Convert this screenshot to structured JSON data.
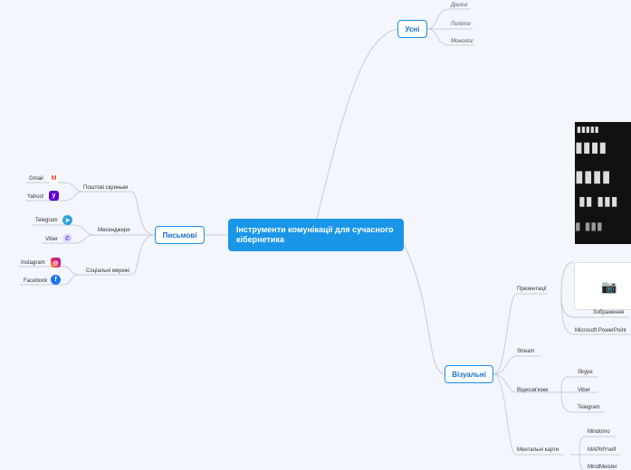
{
  "central": {
    "title": "Інструменти комунікації для сучасного кібернетика"
  },
  "oral": {
    "label": "Усні",
    "children": [
      "Діалог",
      "Полілог",
      "Монолог"
    ]
  },
  "written": {
    "label": "Письмові",
    "groups": [
      {
        "label": "Поштові скриньки",
        "items": [
          {
            "label": "Gmail",
            "icon": "gmail-icon"
          },
          {
            "label": "Yahoo!",
            "icon": "yahoo-icon"
          }
        ]
      },
      {
        "label": "Месенджери",
        "items": [
          {
            "label": "Telegram",
            "icon": "telegram-icon"
          },
          {
            "label": "Viber",
            "icon": "viber-icon"
          }
        ]
      },
      {
        "label": "Соціальні мережі",
        "items": [
          {
            "label": "Instagram",
            "icon": "instagram-icon"
          },
          {
            "label": "Facebook",
            "icon": "facebook-icon"
          }
        ]
      }
    ]
  },
  "visual": {
    "label": "Візуальні",
    "groups": [
      {
        "label": "Презентації",
        "items": [
          "Зображення",
          "Microsoft PowerPoint"
        ]
      },
      {
        "label": "Stream",
        "items": []
      },
      {
        "label": "Відеозв'язки",
        "items": [
          "Skype",
          "Viber",
          "Telegram"
        ]
      },
      {
        "label": "Ментальні карти",
        "items": [
          "Mindomo",
          "MAPMYself",
          "MindMeister"
        ]
      }
    ]
  },
  "colors": {
    "accent": "#1a96e8",
    "background": "#f4f6fd"
  }
}
